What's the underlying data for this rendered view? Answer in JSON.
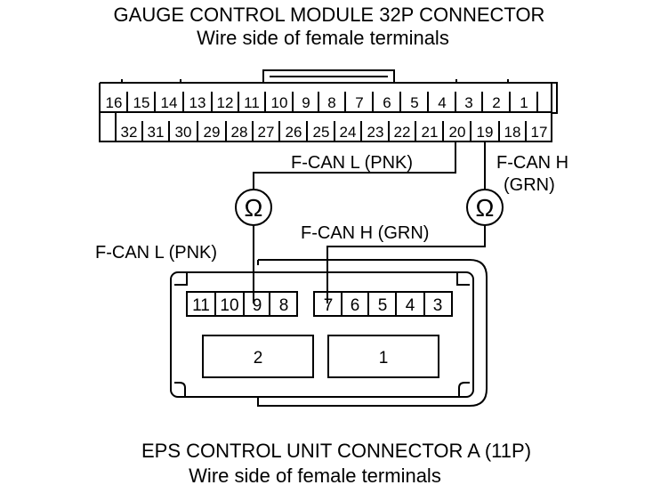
{
  "top_connector": {
    "title": "GAUGE CONTROL MODULE 32P CONNECTOR",
    "subtitle": "Wire side of female terminals",
    "row1": [
      "16",
      "15",
      "14",
      "13",
      "12",
      "11",
      "10",
      "9",
      "8",
      "7",
      "6",
      "5",
      "4",
      "3",
      "2",
      "1"
    ],
    "row2": [
      "32",
      "31",
      "30",
      "29",
      "28",
      "27",
      "26",
      "25",
      "24",
      "23",
      "22",
      "21",
      "20",
      "19",
      "18",
      "17"
    ]
  },
  "bottom_connector": {
    "title": "EPS CONTROL UNIT CONNECTOR A (11P)",
    "subtitle": "Wire side of female terminals",
    "left_pins": [
      "11",
      "10",
      "9",
      "8"
    ],
    "right_pins": [
      "7",
      "6",
      "5",
      "4",
      "3"
    ],
    "blocks": [
      "2",
      "1"
    ]
  },
  "meters": {
    "left_symbol": "Ω",
    "right_symbol": "Ω"
  },
  "wires": {
    "f_can_l_top": "F-CAN L (PNK)",
    "f_can_h_top_line1": "F-CAN H",
    "f_can_h_top_line2": "(GRN)",
    "f_can_l_bottom": "F-CAN L (PNK)",
    "f_can_h_bottom": "F-CAN H (GRN)"
  }
}
